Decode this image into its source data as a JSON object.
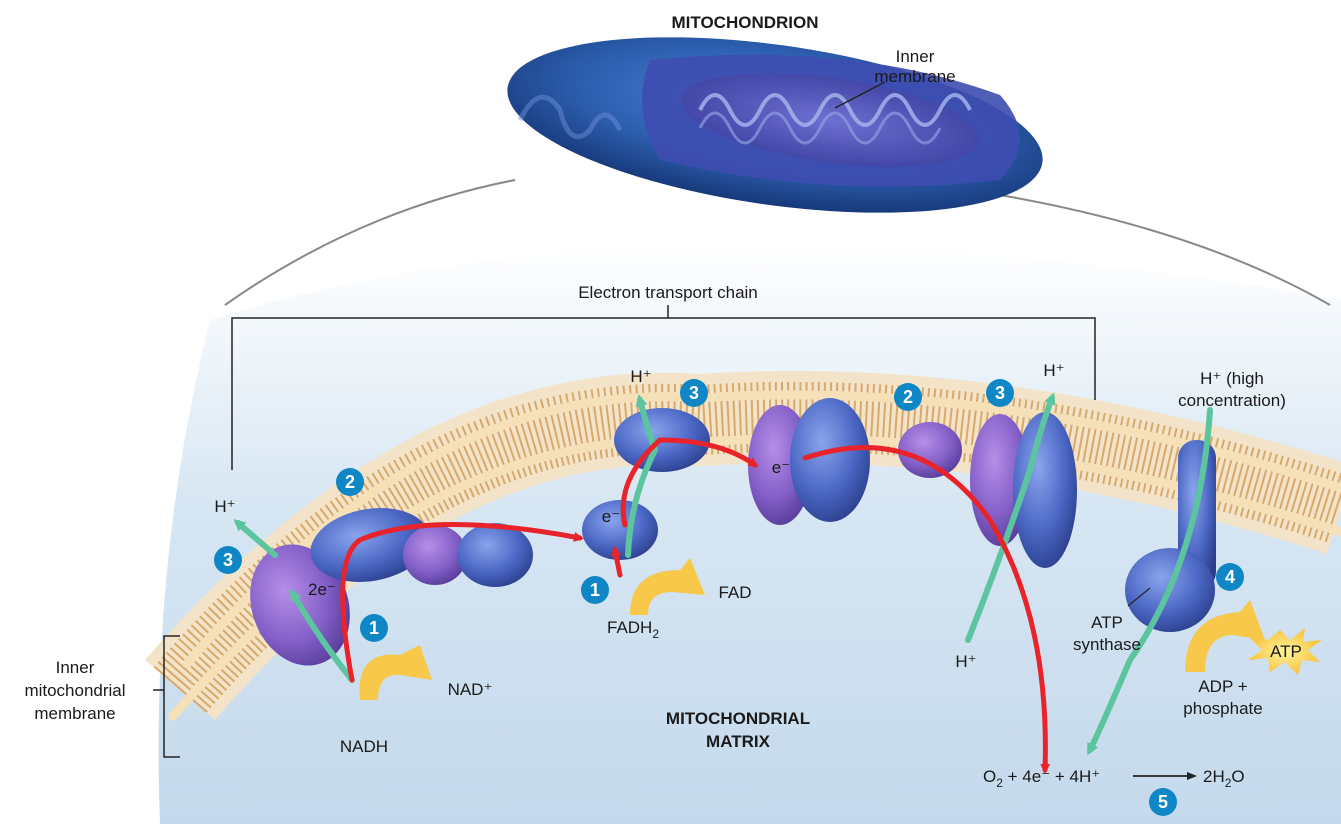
{
  "title": "MITOCHONDRION",
  "labels": {
    "inner_membrane_top_1": "Inner",
    "inner_membrane_top_2": "membrane",
    "etc": "Electron transport chain",
    "inner_mito_1": "Inner",
    "inner_mito_2": "mitochondrial",
    "inner_mito_3": "membrane",
    "matrix_1": "MITOCHONDRIAL",
    "matrix_2": "MATRIX",
    "h_plus": "H⁺",
    "h_high_1": "H⁺ (high",
    "h_high_2": "concentration)",
    "two_e": "2e⁻",
    "e_minus": "e⁻",
    "nadh": "NADH",
    "nad_plus": "NAD⁺",
    "fadh2_main": "FADH",
    "fadh2_sub": "2",
    "fad": "FAD",
    "atp_synthase_1": "ATP",
    "atp_synthase_2": "synthase",
    "atp": "ATP",
    "adp_1": "ADP +",
    "adp_2": "phosphate",
    "eq_o": "O",
    "eq_o_sub": "2",
    "eq_mid": " + 4e⁻ + 4H⁺",
    "eq_prod": "2H",
    "eq_prod_sub": "2",
    "eq_prod_o": "O"
  },
  "steps": {
    "s1": "1",
    "s2": "2",
    "s3": "3",
    "s4": "4",
    "s5": "5"
  },
  "colors": {
    "electron_arrow": "#e8242a",
    "proton_arrow": "#5cc5a0",
    "conversion_arrow": "#f7c84a",
    "step_badge": "#0f86c6",
    "protein": "#5b5fc0",
    "mitochondrion": "#2d5fb0",
    "membrane": "#d9a96a",
    "matrix": "#cfe2f1"
  }
}
